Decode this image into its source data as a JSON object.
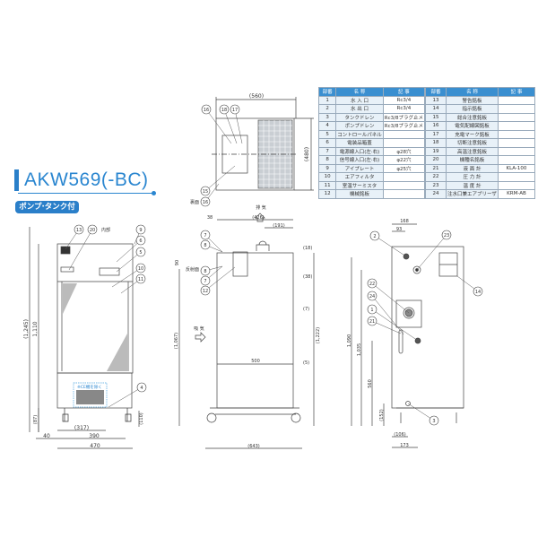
{
  "title": "AKW569(-BC)",
  "badge": "ポンプ·タンク付",
  "table_headers": [
    "部番",
    "名 称",
    "記 事"
  ],
  "parts_left": [
    {
      "no": "1",
      "name": "水 入 口",
      "note": "Rc3/4"
    },
    {
      "no": "2",
      "name": "水 出 口",
      "note": "Rc3/4"
    },
    {
      "no": "3",
      "name": "タンクドレン",
      "note": "Rc3/8プラグ止メ"
    },
    {
      "no": "4",
      "name": "ポンプドレン",
      "note": "Rc3/8プラグ止メ"
    },
    {
      "no": "5",
      "name": "コントロールパネル",
      "note": ""
    },
    {
      "no": "6",
      "name": "電装品箱蓋",
      "note": ""
    },
    {
      "no": "7",
      "name": "電源線入口(左·右)",
      "note": "φ28穴"
    },
    {
      "no": "8",
      "name": "信号線入口(左·右)",
      "note": "φ22穴"
    },
    {
      "no": "9",
      "name": "アイプレート",
      "note": "φ25穴"
    },
    {
      "no": "10",
      "name": "エアフィルタ",
      "note": ""
    },
    {
      "no": "11",
      "name": "室温サーミスタ",
      "note": ""
    },
    {
      "no": "12",
      "name": "機械銘板",
      "note": ""
    }
  ],
  "parts_right": [
    {
      "no": "13",
      "name": "警告銘板",
      "note": ""
    },
    {
      "no": "14",
      "name": "指示銘板",
      "note": ""
    },
    {
      "no": "15",
      "name": "総合注意銘板",
      "note": ""
    },
    {
      "no": "16",
      "name": "電気配線図銘板",
      "note": ""
    },
    {
      "no": "17",
      "name": "充電マーク銘板",
      "note": ""
    },
    {
      "no": "18",
      "name": "切断注意銘板",
      "note": ""
    },
    {
      "no": "19",
      "name": "高温注意銘板",
      "note": ""
    },
    {
      "no": "20",
      "name": "機種名銘板",
      "note": ""
    },
    {
      "no": "21",
      "name": "液 面 計",
      "note": "KLA-100"
    },
    {
      "no": "22",
      "name": "圧 力 計",
      "note": ""
    },
    {
      "no": "23",
      "name": "温 度 計",
      "note": ""
    },
    {
      "no": "24",
      "name": "注水口兼エアブリーザ",
      "note": "KRM-AB"
    }
  ],
  "top_view": {
    "width_dim": "(560)",
    "depth_dim": "(480)",
    "back_label": "裏面",
    "callouts": [
      "16",
      "18",
      "17",
      "15",
      "16"
    ]
  },
  "front_view": {
    "inside_label": "内部",
    "ce_note": "※CE機を除く",
    "dims": {
      "overall_height": "(1,245)",
      "body_height": "1,110",
      "base_height": "(87)",
      "caster_height": "(110)",
      "drain_offset": "(317)",
      "caster_pitch": "390",
      "left_offset": "40",
      "width": "470"
    },
    "callouts": [
      "13",
      "20",
      "9",
      "6",
      "5",
      "10",
      "11",
      "4"
    ]
  },
  "side_view": {
    "exhaust_label": "排 気",
    "intake_label": "吸 気",
    "reflect_label": "反射面",
    "dims": {
      "d38": "38",
      "d426": "(426)",
      "d191": "(191)",
      "d18": "(18)",
      "d38b": "(38)",
      "d7": "(7)",
      "d5": "(5)",
      "d90": "90",
      "h1222": "(1,222)",
      "h1067": "(1,067)",
      "d500": "500",
      "d643": "(643)"
    },
    "callouts": [
      "7",
      "8",
      "8",
      "7",
      "12"
    ]
  },
  "rear_view": {
    "dims": {
      "d168": "168",
      "d93": "93",
      "h1090": "1,090",
      "h1035": "1,035",
      "h560": "560",
      "h152": "(152)",
      "d106": "(106)",
      "d173": "173"
    },
    "callouts": [
      "2",
      "23",
      "14",
      "22",
      "24",
      "1",
      "21",
      "3"
    ]
  },
  "colors": {
    "accent": "#2a86d0",
    "table_header": "#3a8fd0"
  }
}
